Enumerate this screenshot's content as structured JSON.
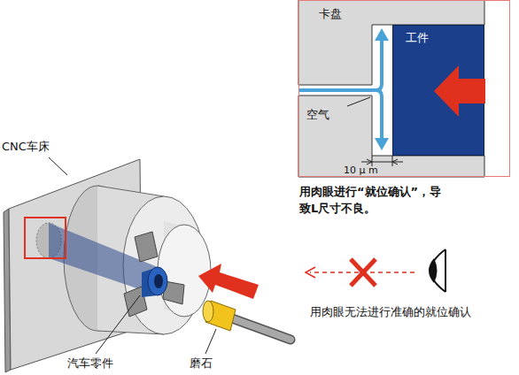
{
  "diagram": {
    "nodes": [
      {
        "text": [
          "工件"
        ]
      }
    ],
    "edges": [],
    "labels": [
      "卡盘",
      "空气",
      "10 μ m",
      "用肉眼进行“就位确认”，导致L尺寸不良。",
      "用肉眼无法进行准确的就位确认",
      "CNC车床",
      "汽车零件",
      "磨石"
    ]
  }
}
